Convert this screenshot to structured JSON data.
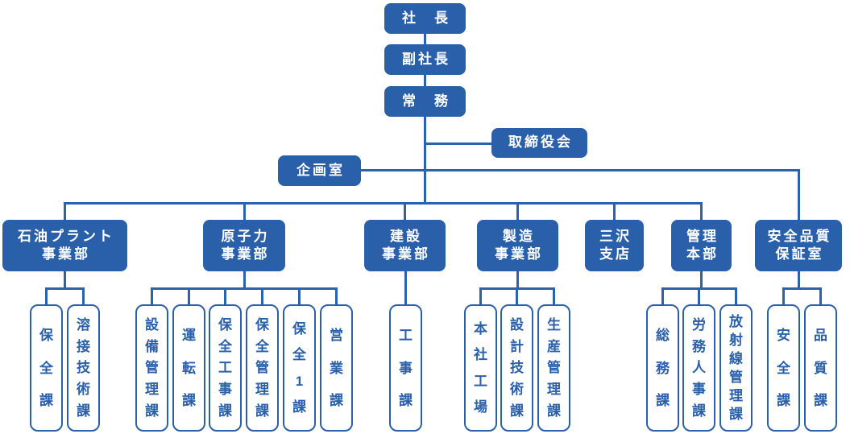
{
  "colors": {
    "box_blue": "#2a5fa9",
    "line_blue": "#2a62ad",
    "box_text_white": "#ffffff",
    "background": "#ffffff"
  },
  "executive_chain": [
    {
      "id": "president",
      "label": "社　長"
    },
    {
      "id": "vice_president",
      "label": "副社長"
    },
    {
      "id": "managing_director",
      "label": "常　務"
    }
  ],
  "board": {
    "id": "board_of_directors",
    "label": "取締役会"
  },
  "planning_office": {
    "id": "planning_office",
    "label": "企画室"
  },
  "departments": [
    {
      "id": "oil_plant",
      "line1": "石油プラント",
      "line2": "事業部",
      "children": [
        {
          "id": "hozen",
          "label": "保全課"
        },
        {
          "id": "yosetsu_gijutsu",
          "label": "溶接技術課"
        }
      ]
    },
    {
      "id": "nuclear",
      "line1": "原子力",
      "line2": "事業部",
      "children": [
        {
          "id": "setsubi_kanri",
          "label": "設備管理課"
        },
        {
          "id": "unten",
          "label": "運転課"
        },
        {
          "id": "hozen_koji",
          "label": "保全工事課"
        },
        {
          "id": "hozen_kanri",
          "label": "保全管理課"
        },
        {
          "id": "hozen_1",
          "label": "保全1課"
        },
        {
          "id": "eigyo",
          "label": "営業課"
        }
      ]
    },
    {
      "id": "construction",
      "line1": "建設",
      "line2": "事業部",
      "children": [
        {
          "id": "koji",
          "label": "工事課"
        }
      ]
    },
    {
      "id": "manufacturing",
      "line1": "製造",
      "line2": "事業部",
      "children": [
        {
          "id": "honsha_kojo",
          "label": "本社工場"
        },
        {
          "id": "sekkei_gijutsu",
          "label": "設計技術課"
        },
        {
          "id": "seisan_kanri",
          "label": "生産管理課"
        }
      ]
    },
    {
      "id": "misawa_branch",
      "line1": "三沢",
      "line2": "支店",
      "children": []
    },
    {
      "id": "kanri_honbu",
      "line1": "管理",
      "line2": "本部",
      "children": [
        {
          "id": "somu",
          "label": "総務課"
        },
        {
          "id": "romu_jinji",
          "label": "労務人事課"
        },
        {
          "id": "hoshasen_kanri",
          "label": "放射線管理課"
        }
      ]
    },
    {
      "id": "safety_qa",
      "line1": "安全品質",
      "line2": "保証室",
      "children": [
        {
          "id": "anzen",
          "label": "安全課"
        },
        {
          "id": "hinshitsu",
          "label": "品質課"
        }
      ]
    }
  ]
}
